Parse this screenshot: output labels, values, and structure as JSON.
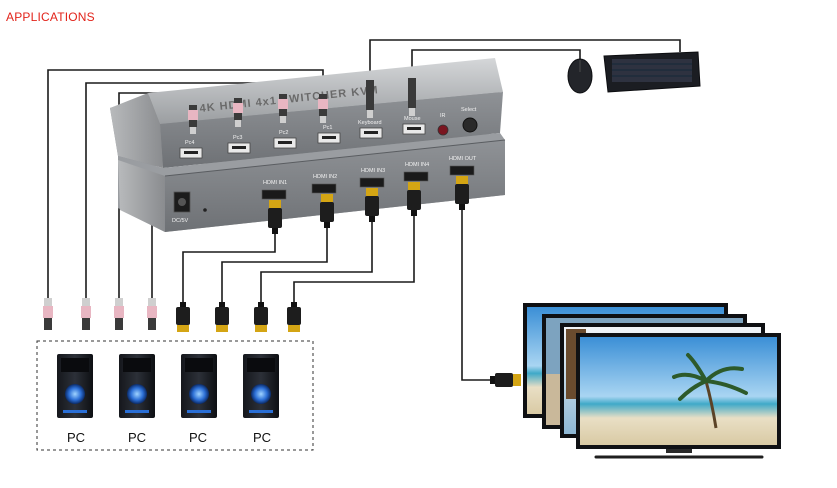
{
  "header": {
    "title": "APPLICATIONS"
  },
  "switch": {
    "top_panel_text": "4K HDMI 4x1 SWITCHER KVM",
    "usb_labels": [
      "Pc4",
      "Pc3",
      "Pc2",
      "Pc1",
      "Keyboard",
      "Mouse"
    ],
    "ir_label": "IR",
    "select_label": "Select",
    "power_label": "DC/5V",
    "hdmi_labels": [
      "HDMI IN1",
      "HDMI IN2",
      "HDMI IN3",
      "HDMI IN4",
      "HDMI OUT"
    ]
  },
  "computers": {
    "labels": [
      "PC",
      "PC",
      "PC",
      "PC"
    ]
  },
  "colors": {
    "title": "#e2231a",
    "cable": "#1a1a1a",
    "switch_body": "#a9abad",
    "connector_gold": "#d4a514",
    "usb_pink": "#e8b6c2"
  },
  "icons": {
    "keyboard": "keyboard-icon",
    "mouse": "mouse-icon",
    "monitor": "monitor-icon",
    "pc": "pc-tower-icon"
  }
}
